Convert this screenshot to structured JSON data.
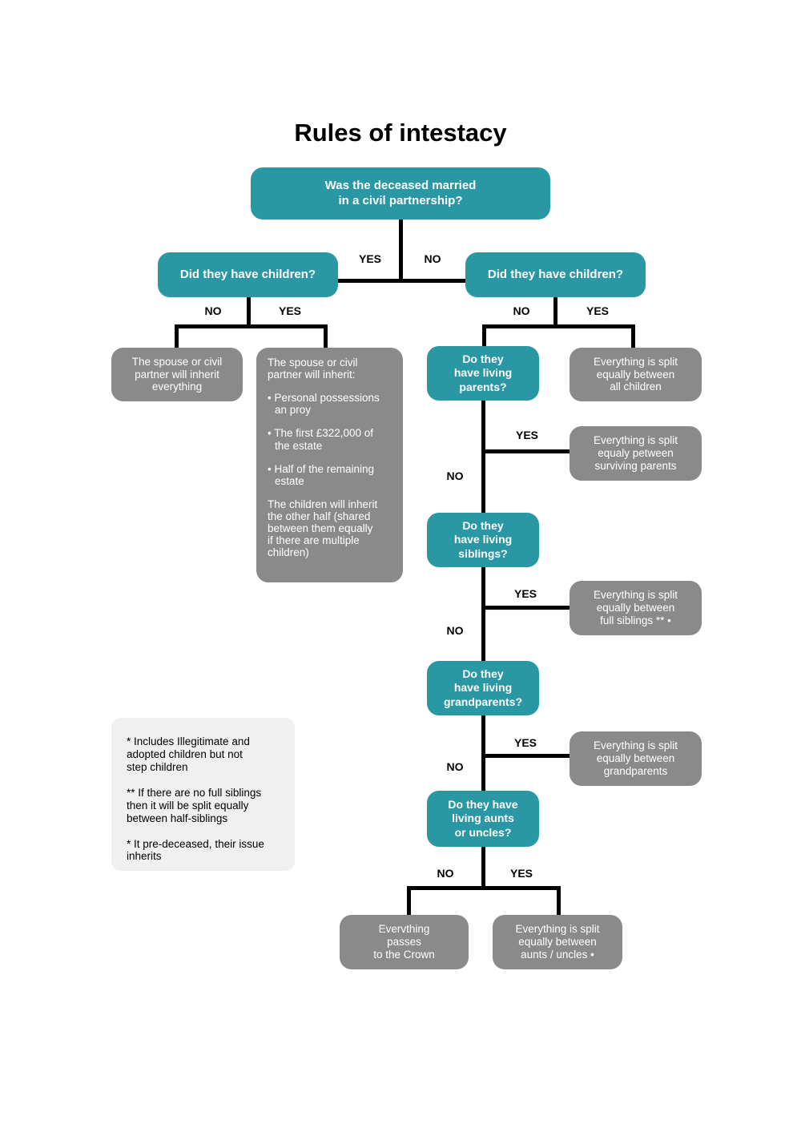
{
  "title": "Rules of intestacy",
  "colors": {
    "teal": "#2a97a4",
    "gray": "#8a8a8a",
    "note_bg": "#f0f0f0",
    "line": "#000000",
    "box_text": "#ffffff"
  },
  "labels": {
    "yes": "YES",
    "no": "NO"
  },
  "flow": {
    "root": "Was the deceased married\nin a civil partnership?",
    "left_children_q": "Did they have children?",
    "right_children_q": "Did they have children?",
    "spouse_everything": "The spouse or civil\npartner will inherit\neverything",
    "spouse_split": {
      "header": "The spouse or civil\npartner will inherit:",
      "bullets": [
        "• Personal possessions\nan proy",
        "• The first £322,000 of\nthe estate",
        "• Half of the remaining\nestate"
      ],
      "footer": "The children will inherit\nthe other half (shared\nbetween them equally\nif there are multiple\nchildren)"
    },
    "q_parents": "Do they\nhave living\nparents?",
    "all_children": "Everything is split\nequally between\nall children",
    "surviving_parents": "Everything is split\nequaly petween\nsurviving parents",
    "q_siblings": "Do they\nhave living\nsiblings?",
    "full_siblings": "Everything is split\nequally between\nfull siblings ** •",
    "q_grandparents": "Do they\nhave living\ngrandparents?",
    "grandparents_split": "Everything is split\nequally between\ngrandparents",
    "q_aunts": "Do they have\nliving aunts\nor uncles?",
    "crown": "Evervthing\npasses\nto the Crown",
    "aunts_uncles": "Everything is split\nequally between\naunts / uncles •"
  },
  "notes": [
    "* Includes Illegitimate and\nadopted children but not\nstep children",
    "** If there are no full siblings\nthen it will be split equally\nbetween half-siblings",
    "* It pre-deceased, their issue\ninherits"
  ]
}
